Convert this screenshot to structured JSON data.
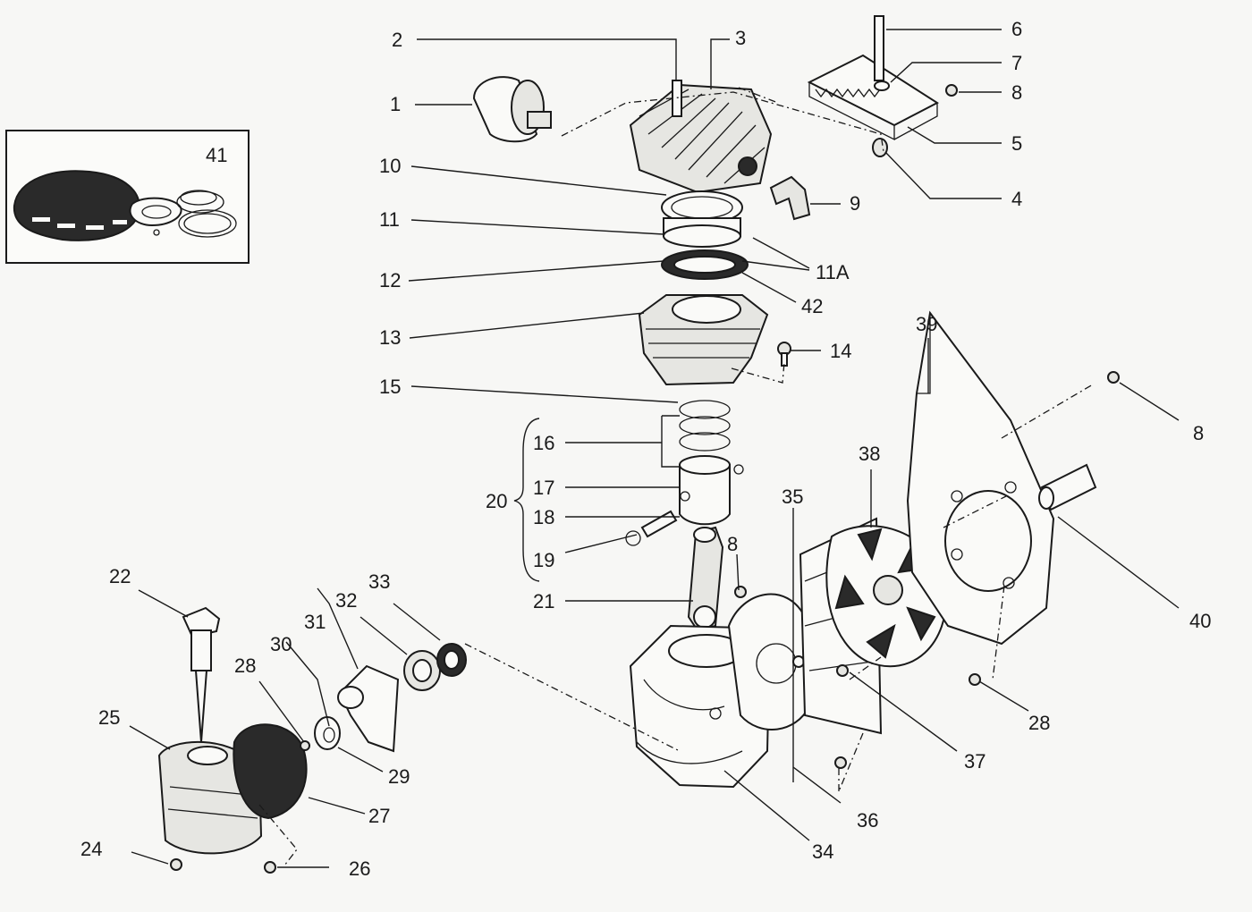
{
  "callouts": {
    "c1": "1",
    "c2": "2",
    "c3": "3",
    "c4": "4",
    "c5": "5",
    "c6": "6",
    "c7": "7",
    "c8a": "8",
    "c8b": "8",
    "c8c": "8",
    "c9": "9",
    "c10": "10",
    "c11": "11",
    "c11a": "11A",
    "c12": "12",
    "c13": "13",
    "c14": "14",
    "c15": "15",
    "c16": "16",
    "c17": "17",
    "c18": "18",
    "c19": "19",
    "c20": "20",
    "c21": "21",
    "c22": "22",
    "c24": "24",
    "c25": "25",
    "c26": "26",
    "c27": "27",
    "c28a": "28",
    "c28b": "28",
    "c29": "29",
    "c30": "30",
    "c31": "31",
    "c32": "32",
    "c33": "33",
    "c34": "34",
    "c35": "35",
    "c36": "36",
    "c37": "37",
    "c38": "38",
    "c39": "39",
    "c40": "40",
    "c41": "41",
    "c42": "42"
  }
}
